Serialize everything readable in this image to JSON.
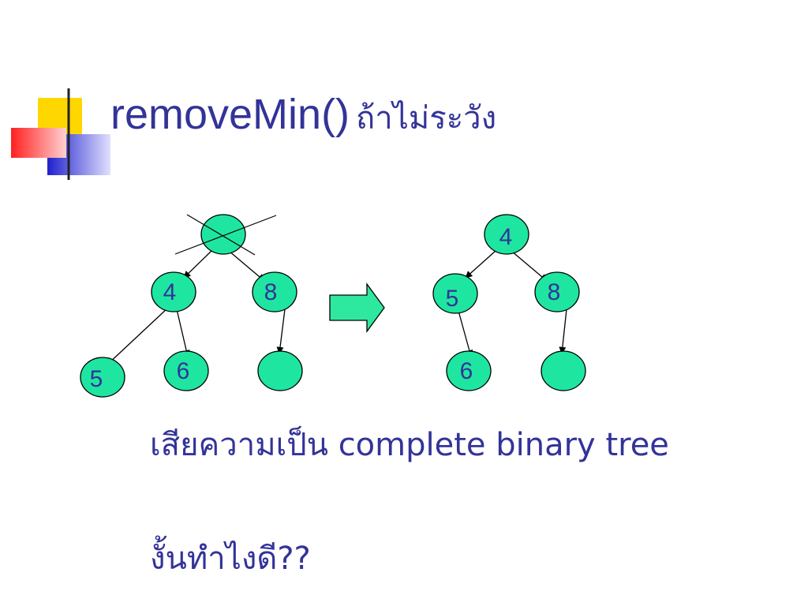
{
  "title": {
    "main": "removeMin()",
    "thai": "ถ้าไม่ระวัง"
  },
  "diagram": {
    "left_tree": {
      "root": "",
      "n4": "4",
      "n8": "8",
      "n5": "5",
      "n6": "6",
      "empty": ""
    },
    "right_tree": {
      "root": "4",
      "n5": "5",
      "n8": "8",
      "n6": "6",
      "empty": ""
    }
  },
  "bullets": [
    "เสียความเป็น complete binary tree",
    "งั้นทำไงดี??"
  ],
  "colors": {
    "text": "#333399",
    "node_fill": "#1ee6a0",
    "arrow_fill": "#2ee8a0"
  }
}
